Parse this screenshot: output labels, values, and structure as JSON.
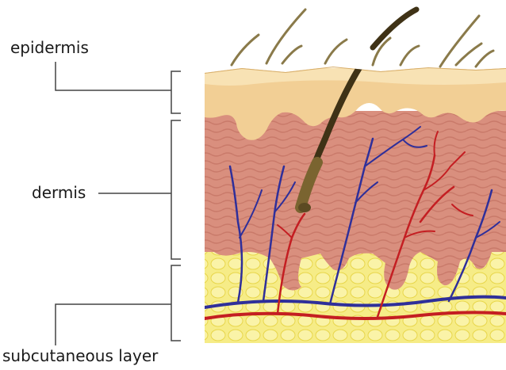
{
  "labels": {
    "epidermis": "epidermis",
    "dermis": "dermis",
    "subcutaneous": "subcutaneous layer"
  },
  "colors": {
    "background": "#ffffff",
    "epidermis": "#f2cf95",
    "epidermis_highlight": "#f8e2b4",
    "dermis": "#d98f7e",
    "dermis_texture": "#c97a6a",
    "fat": "#f6ec87",
    "fat_cell_outline": "#e8d64a",
    "vein": "#2f2f9a",
    "artery": "#c41e22",
    "hair": "#5c4a22",
    "hair_outer": "#7a6430",
    "leader_line": "#444444"
  },
  "icons": {
    "hair": "hair-strand-icon",
    "vessel": "blood-vessel-icon"
  }
}
